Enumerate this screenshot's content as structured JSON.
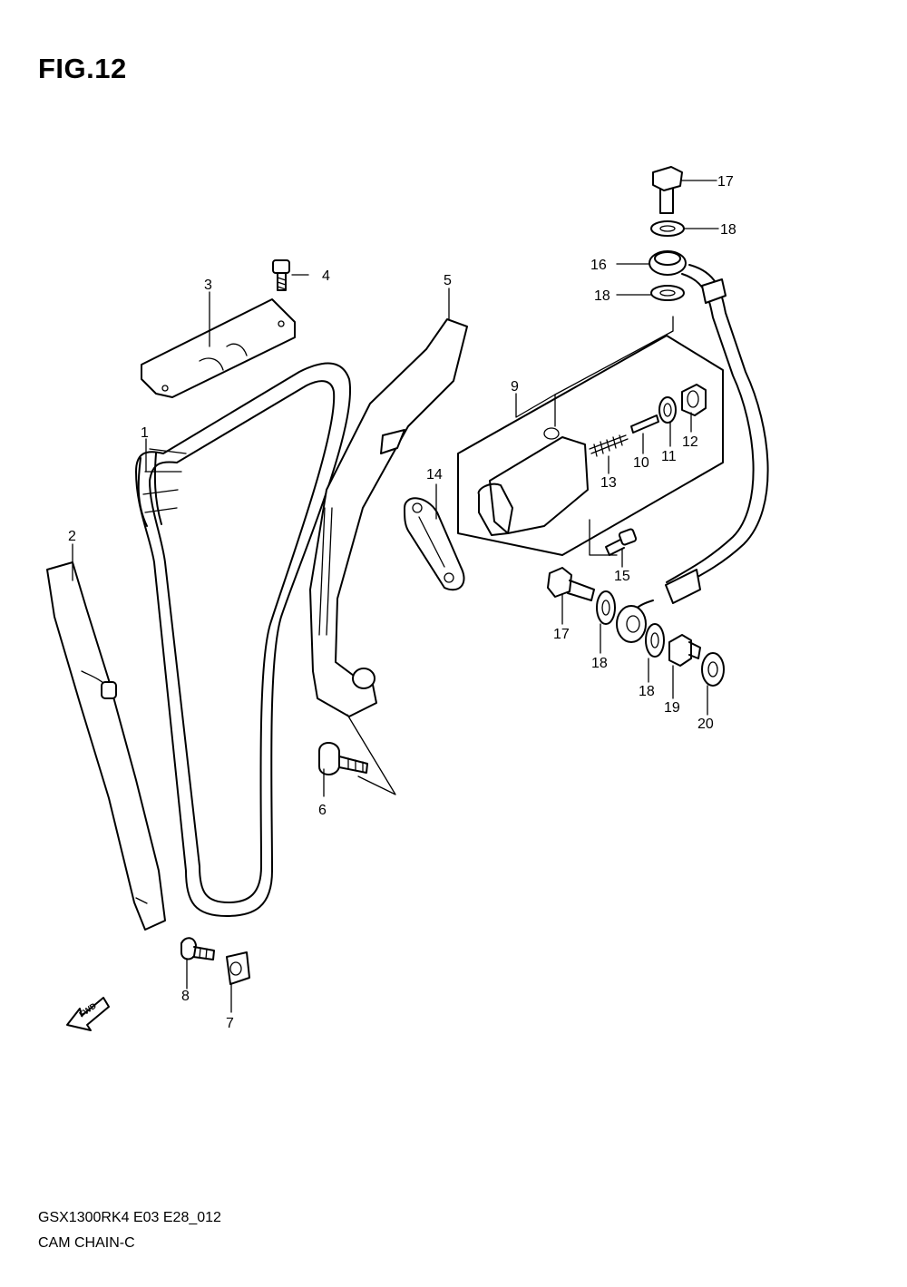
{
  "figure": {
    "title": "FIG.12"
  },
  "footer": {
    "model_code": "GSX1300RK4 E03 E28_012",
    "section_name": "CAM CHAIN-C"
  },
  "fwd_label": "FWD",
  "callouts": [
    "1",
    "2",
    "3",
    "4",
    "5",
    "6",
    "7",
    "8",
    "9",
    "10",
    "11",
    "12",
    "13",
    "14",
    "15",
    "16",
    "17",
    "18",
    "17",
    "18",
    "18",
    "18",
    "19",
    "20"
  ]
}
